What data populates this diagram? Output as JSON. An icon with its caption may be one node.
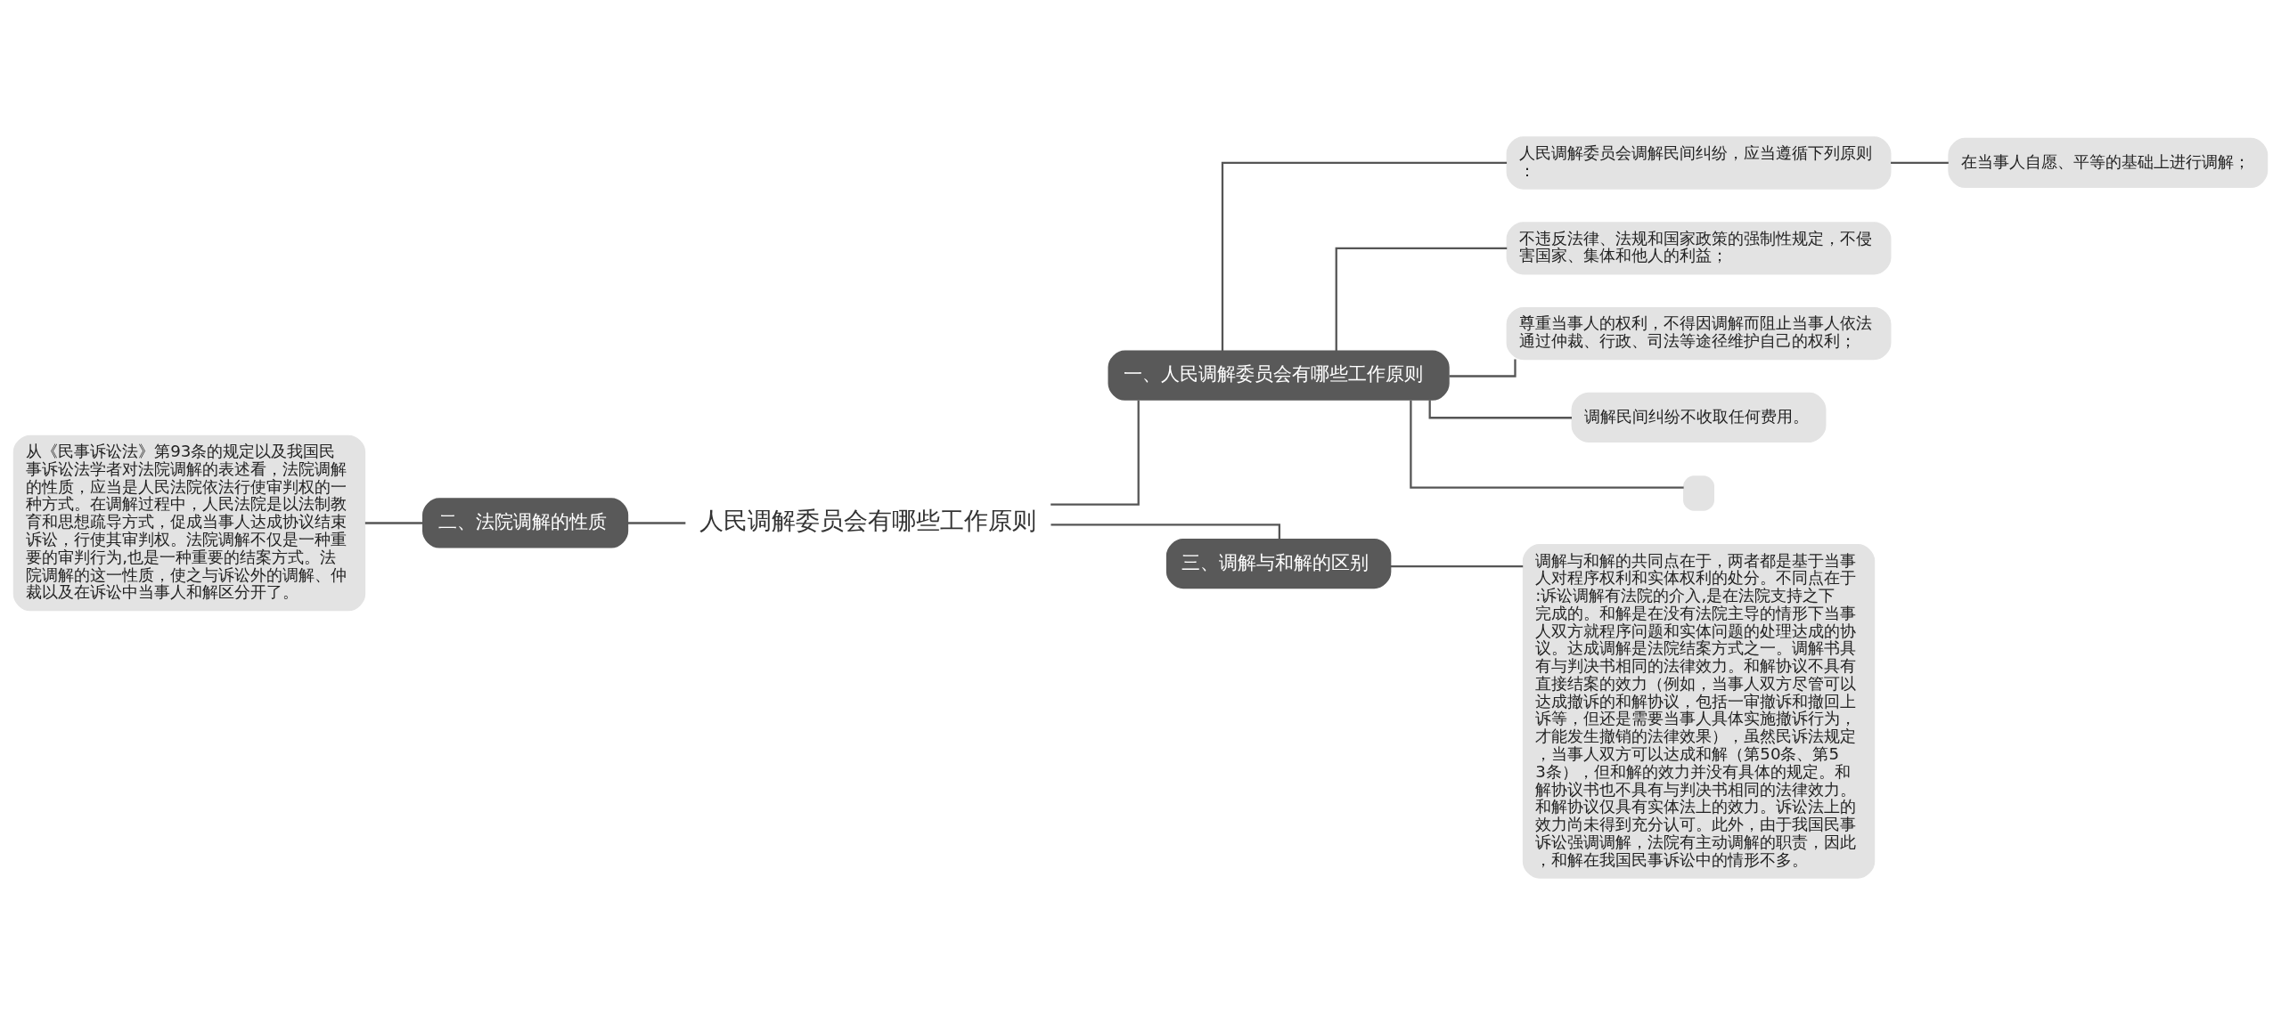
{
  "diagram": {
    "nodes": [
      {
        "text": [
          "人民调解委员会有哪些工作原则"
        ]
      },
      {
        "text": [
          "一、人民调解委员会有哪些工作原则"
        ]
      },
      {
        "text": [
          "人民调解委员会调解民间纠纷，应当遵循下列原则："
        ]
      },
      {
        "text": [
          "在当事人自愿、平等的基础上进行调解；"
        ]
      },
      {
        "text": [
          "不违反法律、法规和国家政策的强制性规定，不侵害国家、集体和他人的利益；"
        ]
      },
      {
        "text": [
          "尊重当事人的权利，不得因调解而阻止当事人依法通过仲裁、行政、司法等途径维护自己的权利；"
        ]
      },
      {
        "text": [
          "调解民间纠纷不收取任何费用。"
        ]
      },
      {
        "text": [],
        "shape": "box"
      },
      {
        "text": [
          "二、法院调解的性质"
        ]
      },
      {
        "text": [
          "从《民事诉讼法》第93条的规定以及我国民事诉讼法学者对法院调解的表述看，法院调解的性质，应当是人民法院依法行使审判权的一种方式。在调解过程中，人民法院是以法制教育和思想疏导方式，促成当事人达成协议结束诉讼，行使其审判权。法院调解不仅是一种重要的审判行为,也是一种重要的结案方式。法院调解的这一性质，使之与诉讼外的调解、仲裁以及在诉讼中当事人和解区分开了。"
        ]
      },
      {
        "text": [
          "三、调解与和解的区别"
        ]
      },
      {
        "text": [
          "调解与和解的共同点在于，两者都是基于当事人对程序权利和实体权利的处分。不同点在于:诉讼调解有法院的介入,是在法院支持之下完成的。和解是在没有法院主导的情形下当事人双方就程序问题和实体问题的处理达成的协议。达成调解是法院结案方式之一。调解书具有与判决书相同的法律效力。和解协议不具有直接结案的效力（例如，当事人双方尽管可以达成撤诉的和解协议，包括一审撤诉和撤回上诉等，但还是需要当事人具体实施撤诉行为，才能发生撤销的法律效果），虽然民诉法规定，当事人双方可以达成和解（第50条、第53条），但和解的效力并没有具体的规定。和解协议书也不具有与判决书相同的法律效力。和解协议仅具有实体法上的效力。诉讼法上的效力尚未得到充分认可。此外，由于我国民事诉讼强调调解，法院有主动调解的职责，因此，和解在我国民事诉讼中的情形不多。"
        ]
      }
    ],
    "edges": [
      {
        "from": 0,
        "to": 1,
        "arrow": "none"
      },
      {
        "from": 1,
        "to": 2,
        "arrow": "none"
      },
      {
        "from": 2,
        "to": 3,
        "arrow": "none"
      },
      {
        "from": 1,
        "to": 4,
        "arrow": "none"
      },
      {
        "from": 1,
        "to": 5,
        "arrow": "none"
      },
      {
        "from": 1,
        "to": 6,
        "arrow": "none"
      },
      {
        "from": 1,
        "to": 7,
        "arrow": "none"
      },
      {
        "from": 0,
        "to": 8,
        "arrow": "none"
      },
      {
        "from": 8,
        "to": 9,
        "arrow": "none"
      },
      {
        "from": 0,
        "to": 10,
        "arrow": "none"
      },
      {
        "from": 10,
        "to": 11,
        "arrow": "none"
      }
    ]
  }
}
